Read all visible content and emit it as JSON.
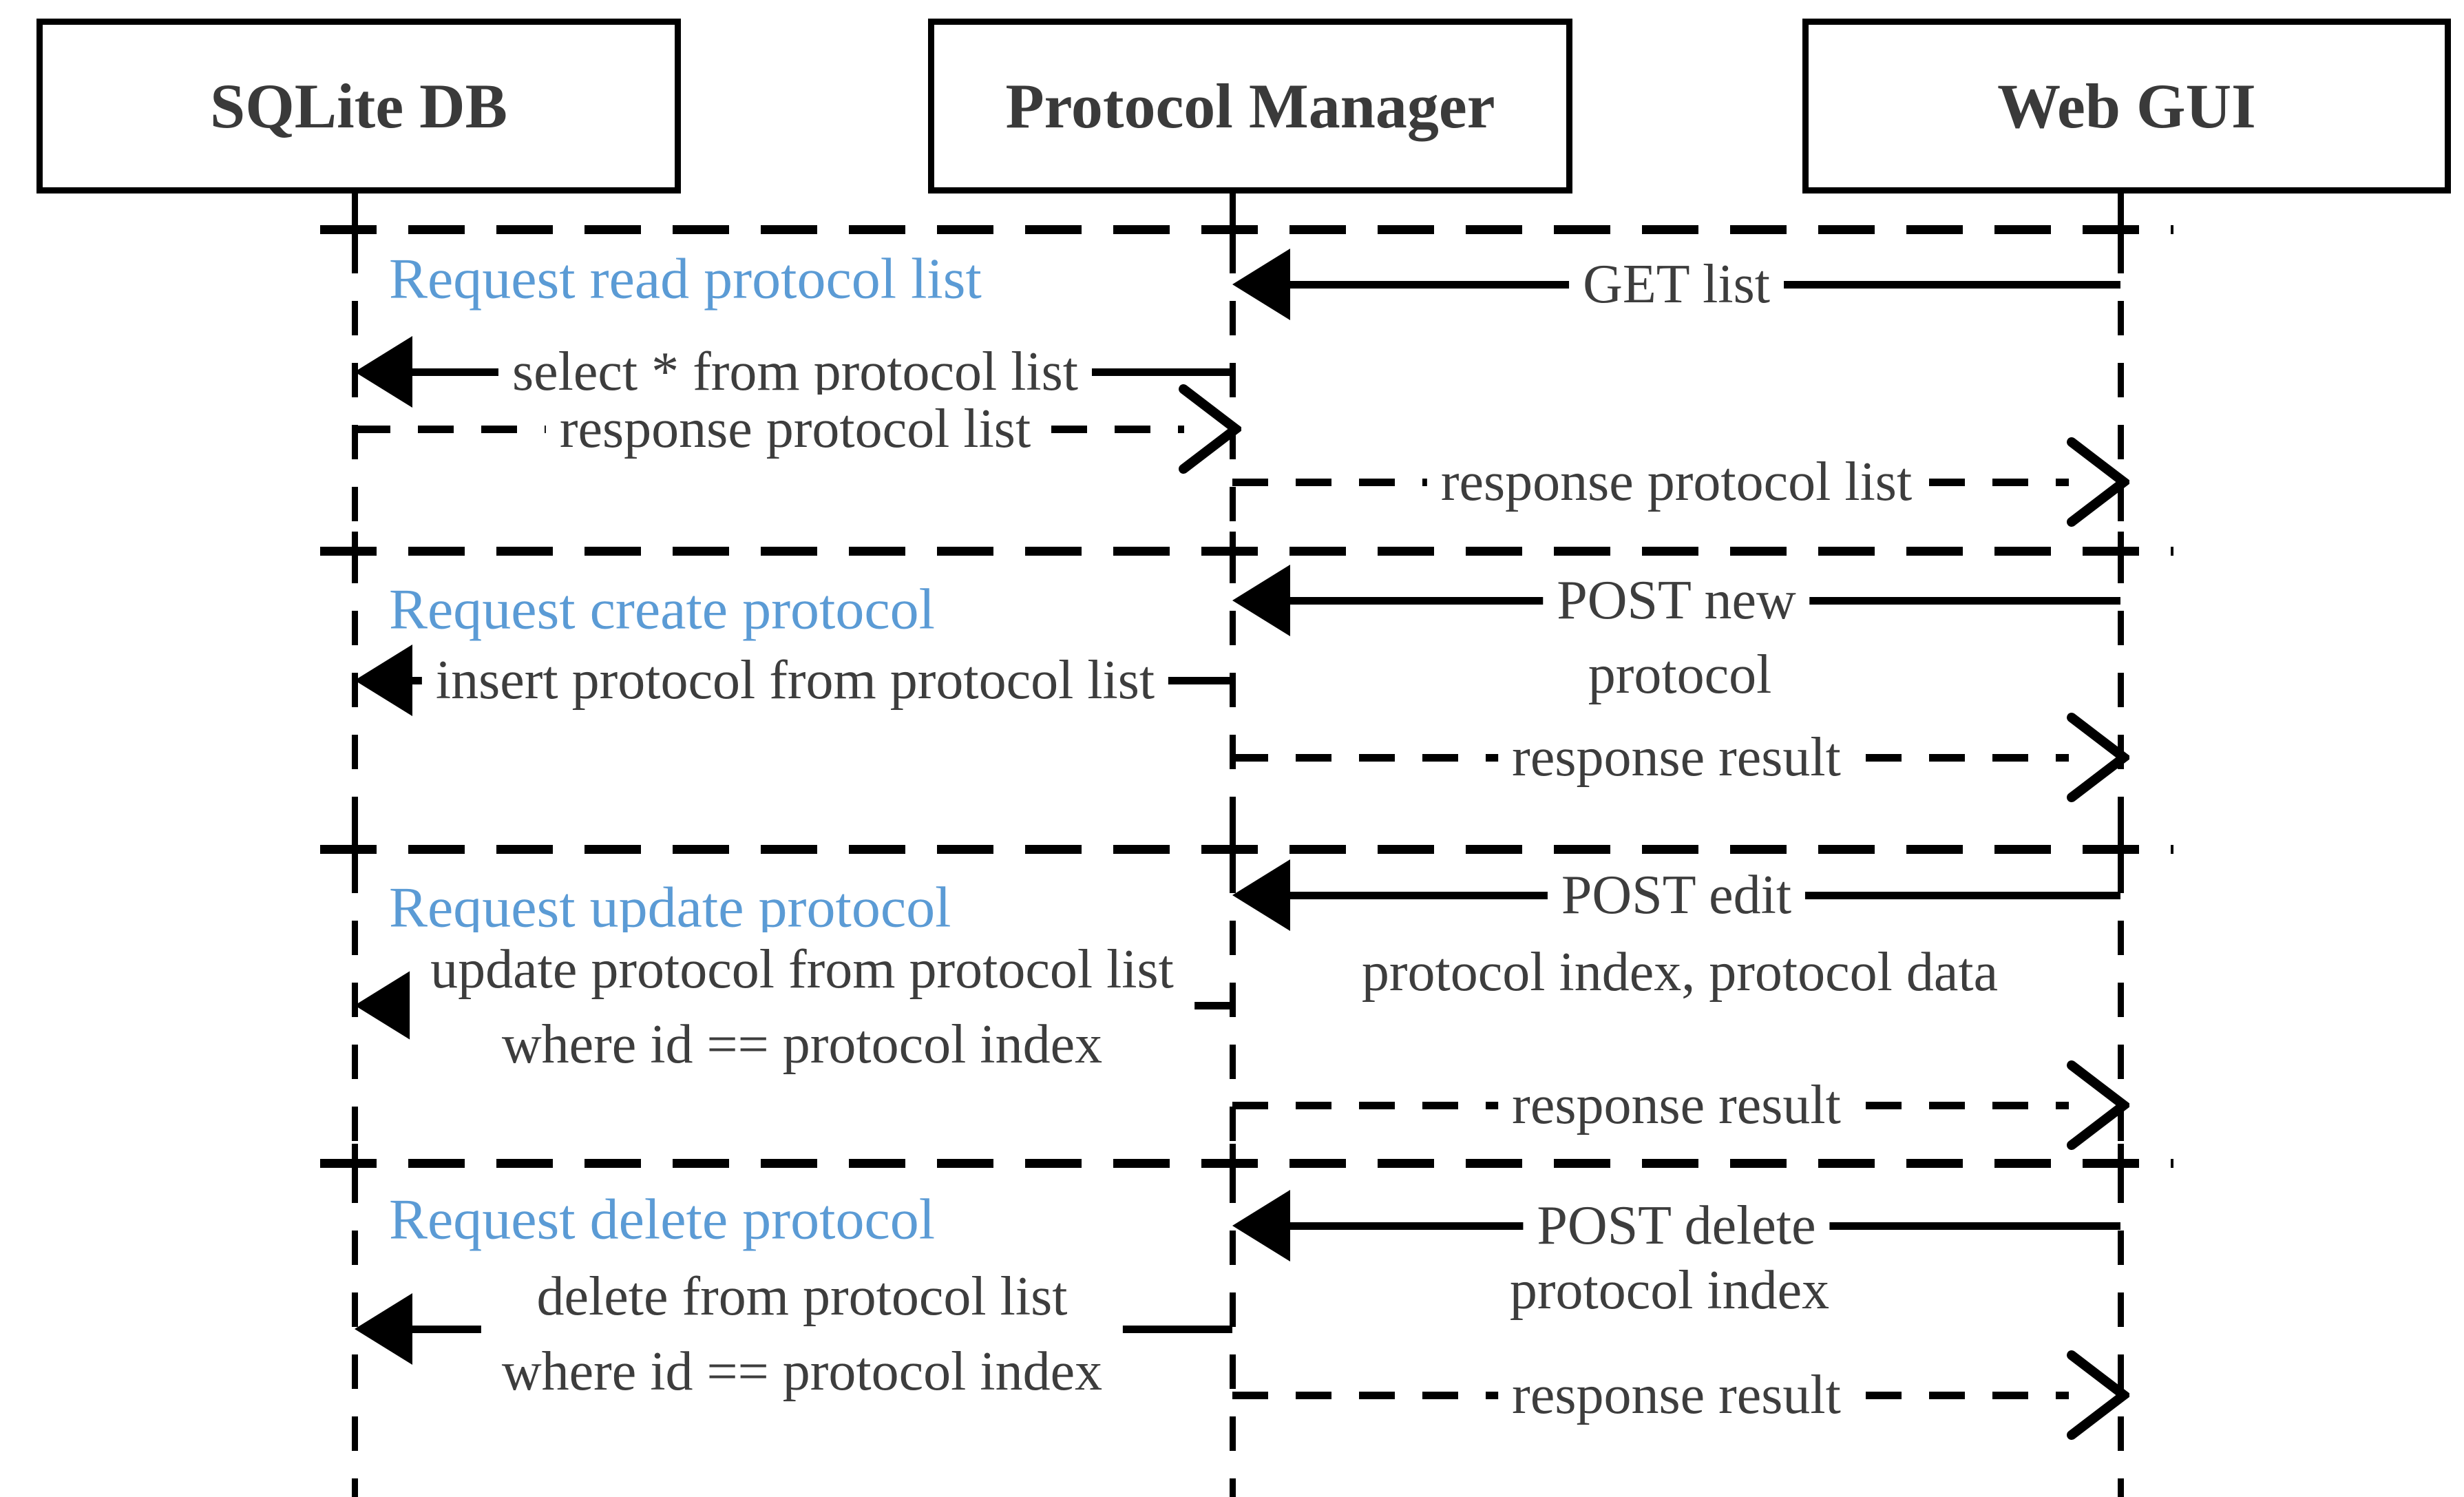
{
  "colors": {
    "request_label": "#5b9bd5",
    "message_text": "#3d3d3d",
    "line": "#000000",
    "background": "#ffffff"
  },
  "actors": [
    {
      "label": "SQLite DB"
    },
    {
      "label": "Protocol Manager"
    },
    {
      "label": "Web GUI"
    }
  ],
  "sections": [
    {
      "request": "Request read protocol list",
      "messages": {
        "get_list": "GET list",
        "select": "select * from protocol list",
        "response_left": "response protocol list",
        "response_right": "response protocol list"
      }
    },
    {
      "request": "Request create protocol",
      "messages": {
        "post": "POST new",
        "post_line2": "protocol",
        "db": "insert protocol from protocol list",
        "response": "response result"
      }
    },
    {
      "request": "Request update protocol",
      "messages": {
        "post": "POST edit",
        "post_line2": "protocol index, protocol data",
        "db_line1": "update protocol from protocol list",
        "db_line2": "where id == protocol index",
        "response": "response result"
      }
    },
    {
      "request": "Request delete protocol",
      "messages": {
        "post": "POST delete",
        "post_line2": "protocol index",
        "db_line1": "delete from protocol list",
        "db_line2": "where id == protocol index",
        "response": "response result"
      }
    }
  ]
}
